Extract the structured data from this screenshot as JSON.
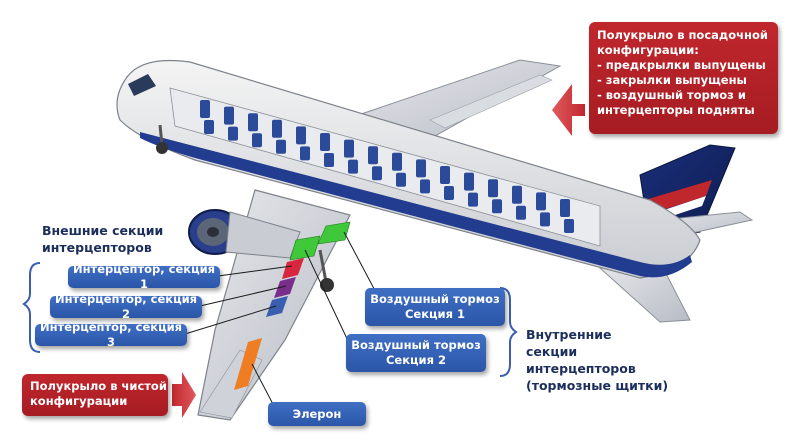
{
  "top_right_box": {
    "lines": [
      "Полукрыло в посадочной",
      "конфигурации:",
      "- предкрылки выпущены",
      "- закрылки выпущены",
      "- воздушный тормоз и",
      "интерцепторы подняты"
    ]
  },
  "outer_spoilers": {
    "title_lines": [
      "Внешние секции",
      "интерцепторов"
    ],
    "section1": "Интерцептор, секция 1",
    "section2": "Интерцептор, секция 2",
    "section3": "Интерцептор, секция 3"
  },
  "airbrake1": {
    "lines": [
      "Воздушный тормоз",
      "Секция 1"
    ]
  },
  "airbrake2": {
    "lines": [
      "Воздушный тормоз",
      "Секция 2"
    ]
  },
  "inner_spoilers": {
    "lines": [
      "Внутренние",
      "секции",
      "интерцепторов",
      "(тормозные щитки)"
    ]
  },
  "clean_config_box": {
    "lines": [
      "Полукрыло в чистой",
      "конфигурации"
    ]
  },
  "aileron": {
    "label": "Элерон"
  },
  "colors": {
    "red": "#b32127",
    "blue": "#345fb4",
    "navy_text": "#1c2e5c",
    "spoiler_red": "#d7263d",
    "spoiler_purple": "#7a2e8c",
    "spoiler_blue": "#3a5fb0",
    "airbrake_green": "#3fc83a",
    "aileron_orange": "#ef7d24"
  }
}
